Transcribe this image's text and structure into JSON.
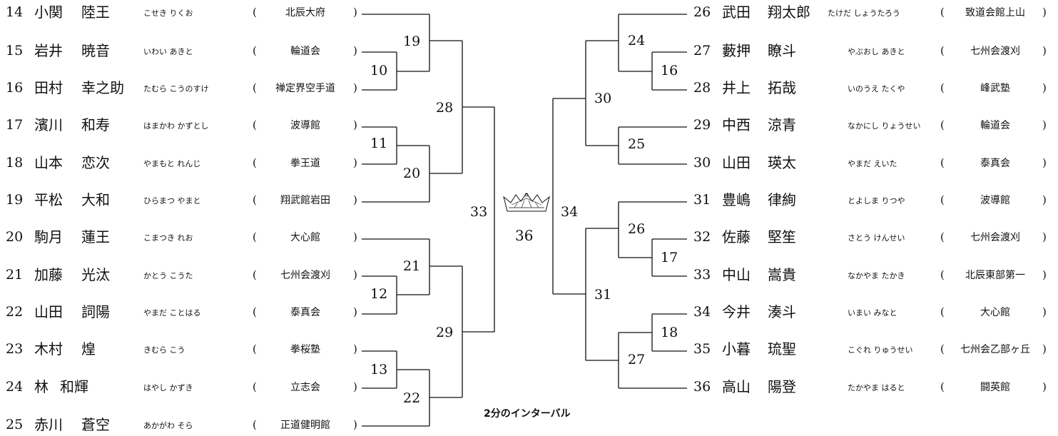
{
  "participants": [
    {
      "no": "14",
      "surname": "小関",
      "given": "陸王",
      "kana": "こせき りくお",
      "dojo": "北辰大府"
    },
    {
      "no": "15",
      "surname": "岩井",
      "given": "暁音",
      "kana": "いわい あきと",
      "dojo": "輪道会"
    },
    {
      "no": "16",
      "surname": "田村",
      "given": "幸之助",
      "kana": "たむら こうのすけ",
      "dojo": "禅定界空手道"
    },
    {
      "no": "17",
      "surname": "濱川",
      "given": "和寿",
      "kana": "はまかわ かずとし",
      "dojo": "波導館"
    },
    {
      "no": "18",
      "surname": "山本",
      "given": "恋次",
      "kana": "やまもと れんじ",
      "dojo": "拳王道"
    },
    {
      "no": "19",
      "surname": "平松",
      "given": "大和",
      "kana": "ひらまつ やまと",
      "dojo": "翔武館岩田"
    },
    {
      "no": "20",
      "surname": "駒月",
      "given": "蓮王",
      "kana": "こまつき れお",
      "dojo": "大心館"
    },
    {
      "no": "21",
      "surname": "加藤",
      "given": "光汰",
      "kana": "かとう こうた",
      "dojo": "七州会渡刈"
    },
    {
      "no": "22",
      "surname": "山田",
      "given": "詞陽",
      "kana": "やまだ ことはる",
      "dojo": "泰真会"
    },
    {
      "no": "23",
      "surname": "木村",
      "given": "煌",
      "kana": "きむら こう",
      "dojo": "拳桜塾"
    },
    {
      "no": "24",
      "surname": "林",
      "given": "和輝",
      "kana": "はやし かずき",
      "dojo": "立志会"
    },
    {
      "no": "25",
      "surname": "赤川",
      "given": "蒼空",
      "kana": "あかがわ そら",
      "dojo": "正道健明館"
    },
    {
      "no": "26",
      "surname": "武田",
      "given": "翔太郎",
      "kana": "たけだ しょうたろう",
      "dojo": "致道会館上山"
    },
    {
      "no": "27",
      "surname": "藪押",
      "given": "瞭斗",
      "kana": "やぶおし あきと",
      "dojo": "七州会渡刈"
    },
    {
      "no": "28",
      "surname": "井上",
      "given": "拓哉",
      "kana": "いのうえ たくや",
      "dojo": "峰武塾"
    },
    {
      "no": "29",
      "surname": "中西",
      "given": "涼青",
      "kana": "なかにし りょうせい",
      "dojo": "輪道会"
    },
    {
      "no": "30",
      "surname": "山田",
      "given": "瑛太",
      "kana": "やまだ えいた",
      "dojo": "泰真会"
    },
    {
      "no": "31",
      "surname": "豊嶋",
      "given": "律絢",
      "kana": "とよしま りつや",
      "dojo": "波導館"
    },
    {
      "no": "32",
      "surname": "佐藤",
      "given": "堅笙",
      "kana": "さとう けんせい",
      "dojo": "七州会渡刈"
    },
    {
      "no": "33",
      "surname": "中山",
      "given": "嵩貴",
      "kana": "なかやま たかき",
      "dojo": "北辰東部第一"
    },
    {
      "no": "34",
      "surname": "今井",
      "given": "湊斗",
      "kana": "いまい みなと",
      "dojo": "大心館"
    },
    {
      "no": "35",
      "surname": "小暮",
      "given": "琉聖",
      "kana": "こぐれ りゅうせい",
      "dojo": "七州会乙部ヶ丘"
    },
    {
      "no": "36",
      "surname": "高山",
      "given": "陽登",
      "kana": "たかやま はると",
      "dojo": "闘英館"
    }
  ],
  "punct": {
    "open": "(",
    "close": ")"
  },
  "matches": [
    "19",
    "10",
    "28",
    "11",
    "20",
    "33",
    "21",
    "12",
    "29",
    "13",
    "22",
    "24",
    "16",
    "30",
    "25",
    "34",
    "26",
    "17",
    "31",
    "18",
    "27"
  ],
  "final": {
    "label": "36",
    "icon": "crown-icon"
  },
  "note": "2分のインターバル"
}
